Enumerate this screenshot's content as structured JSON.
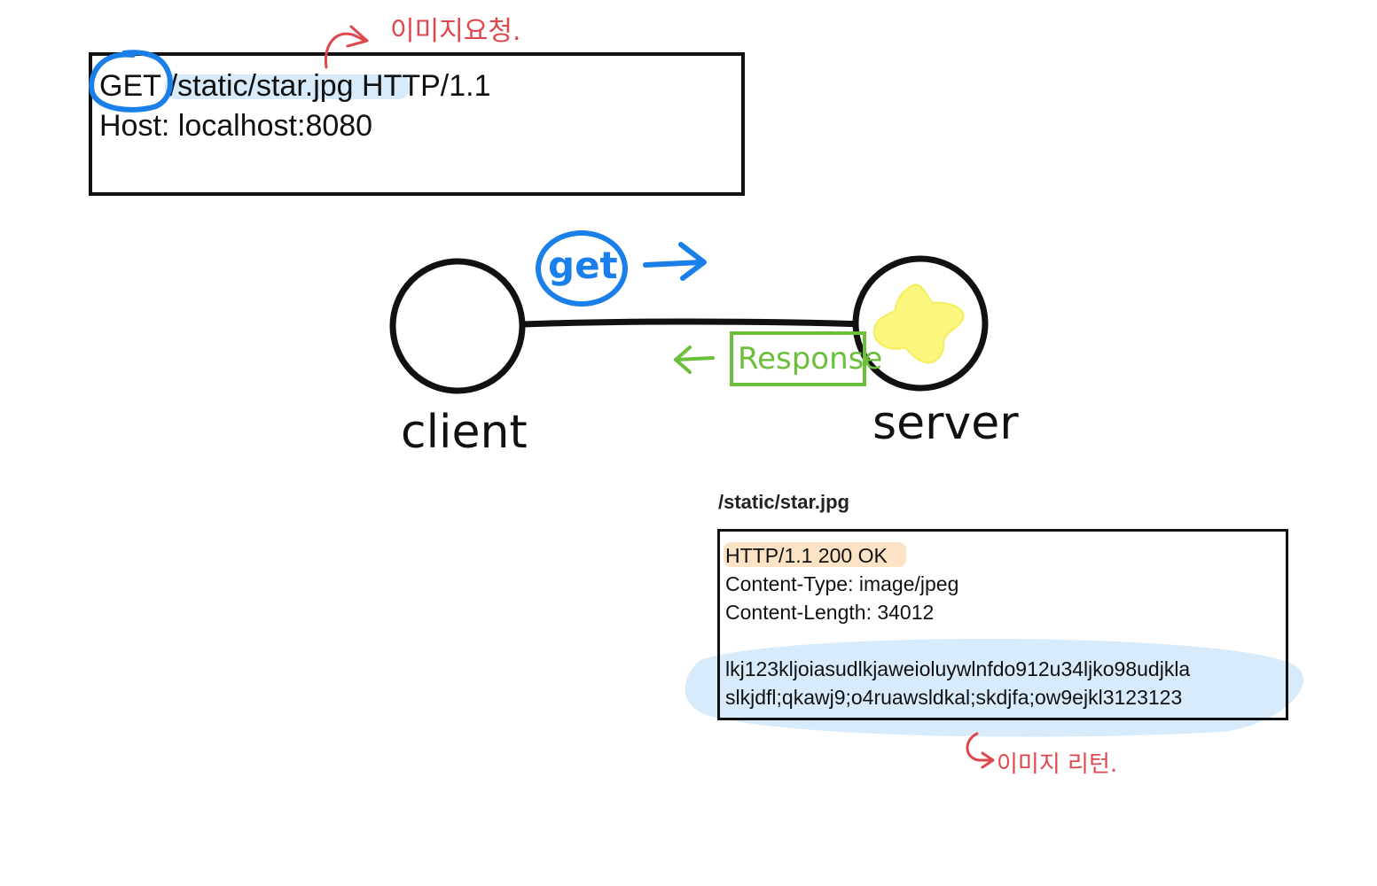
{
  "request": {
    "lines": [
      "GET /static/star.jpg HTTP/1.1",
      "Host: localhost:8080"
    ],
    "annotation": "이미지요청."
  },
  "diagram": {
    "client_label": "client",
    "server_label": "server",
    "get_label": "get",
    "response_label": "Response"
  },
  "response": {
    "title": "/static/star.jpg",
    "status_line": "HTTP/1.1 200 OK",
    "headers": [
      "Content-Type: image/jpeg",
      "Content-Length: 34012"
    ],
    "body_lines": [
      "lkj123kljoiasudlkjaweioluywlnfdo912u34ljko98udjkla",
      "slkjdfl;qkawj9;o4ruawsldkal;skdjfa;ow9ejkl3123123"
    ],
    "annotation": "이미지 리턴."
  },
  "colors": {
    "ink": "#111111",
    "blue": "#1a7fe8",
    "green": "#6cbf3a",
    "red": "#e0474c",
    "highlight_blue": "#d8ebfb",
    "highlight_orange": "#fde3c6",
    "star_yellow": "#fbf77e"
  }
}
